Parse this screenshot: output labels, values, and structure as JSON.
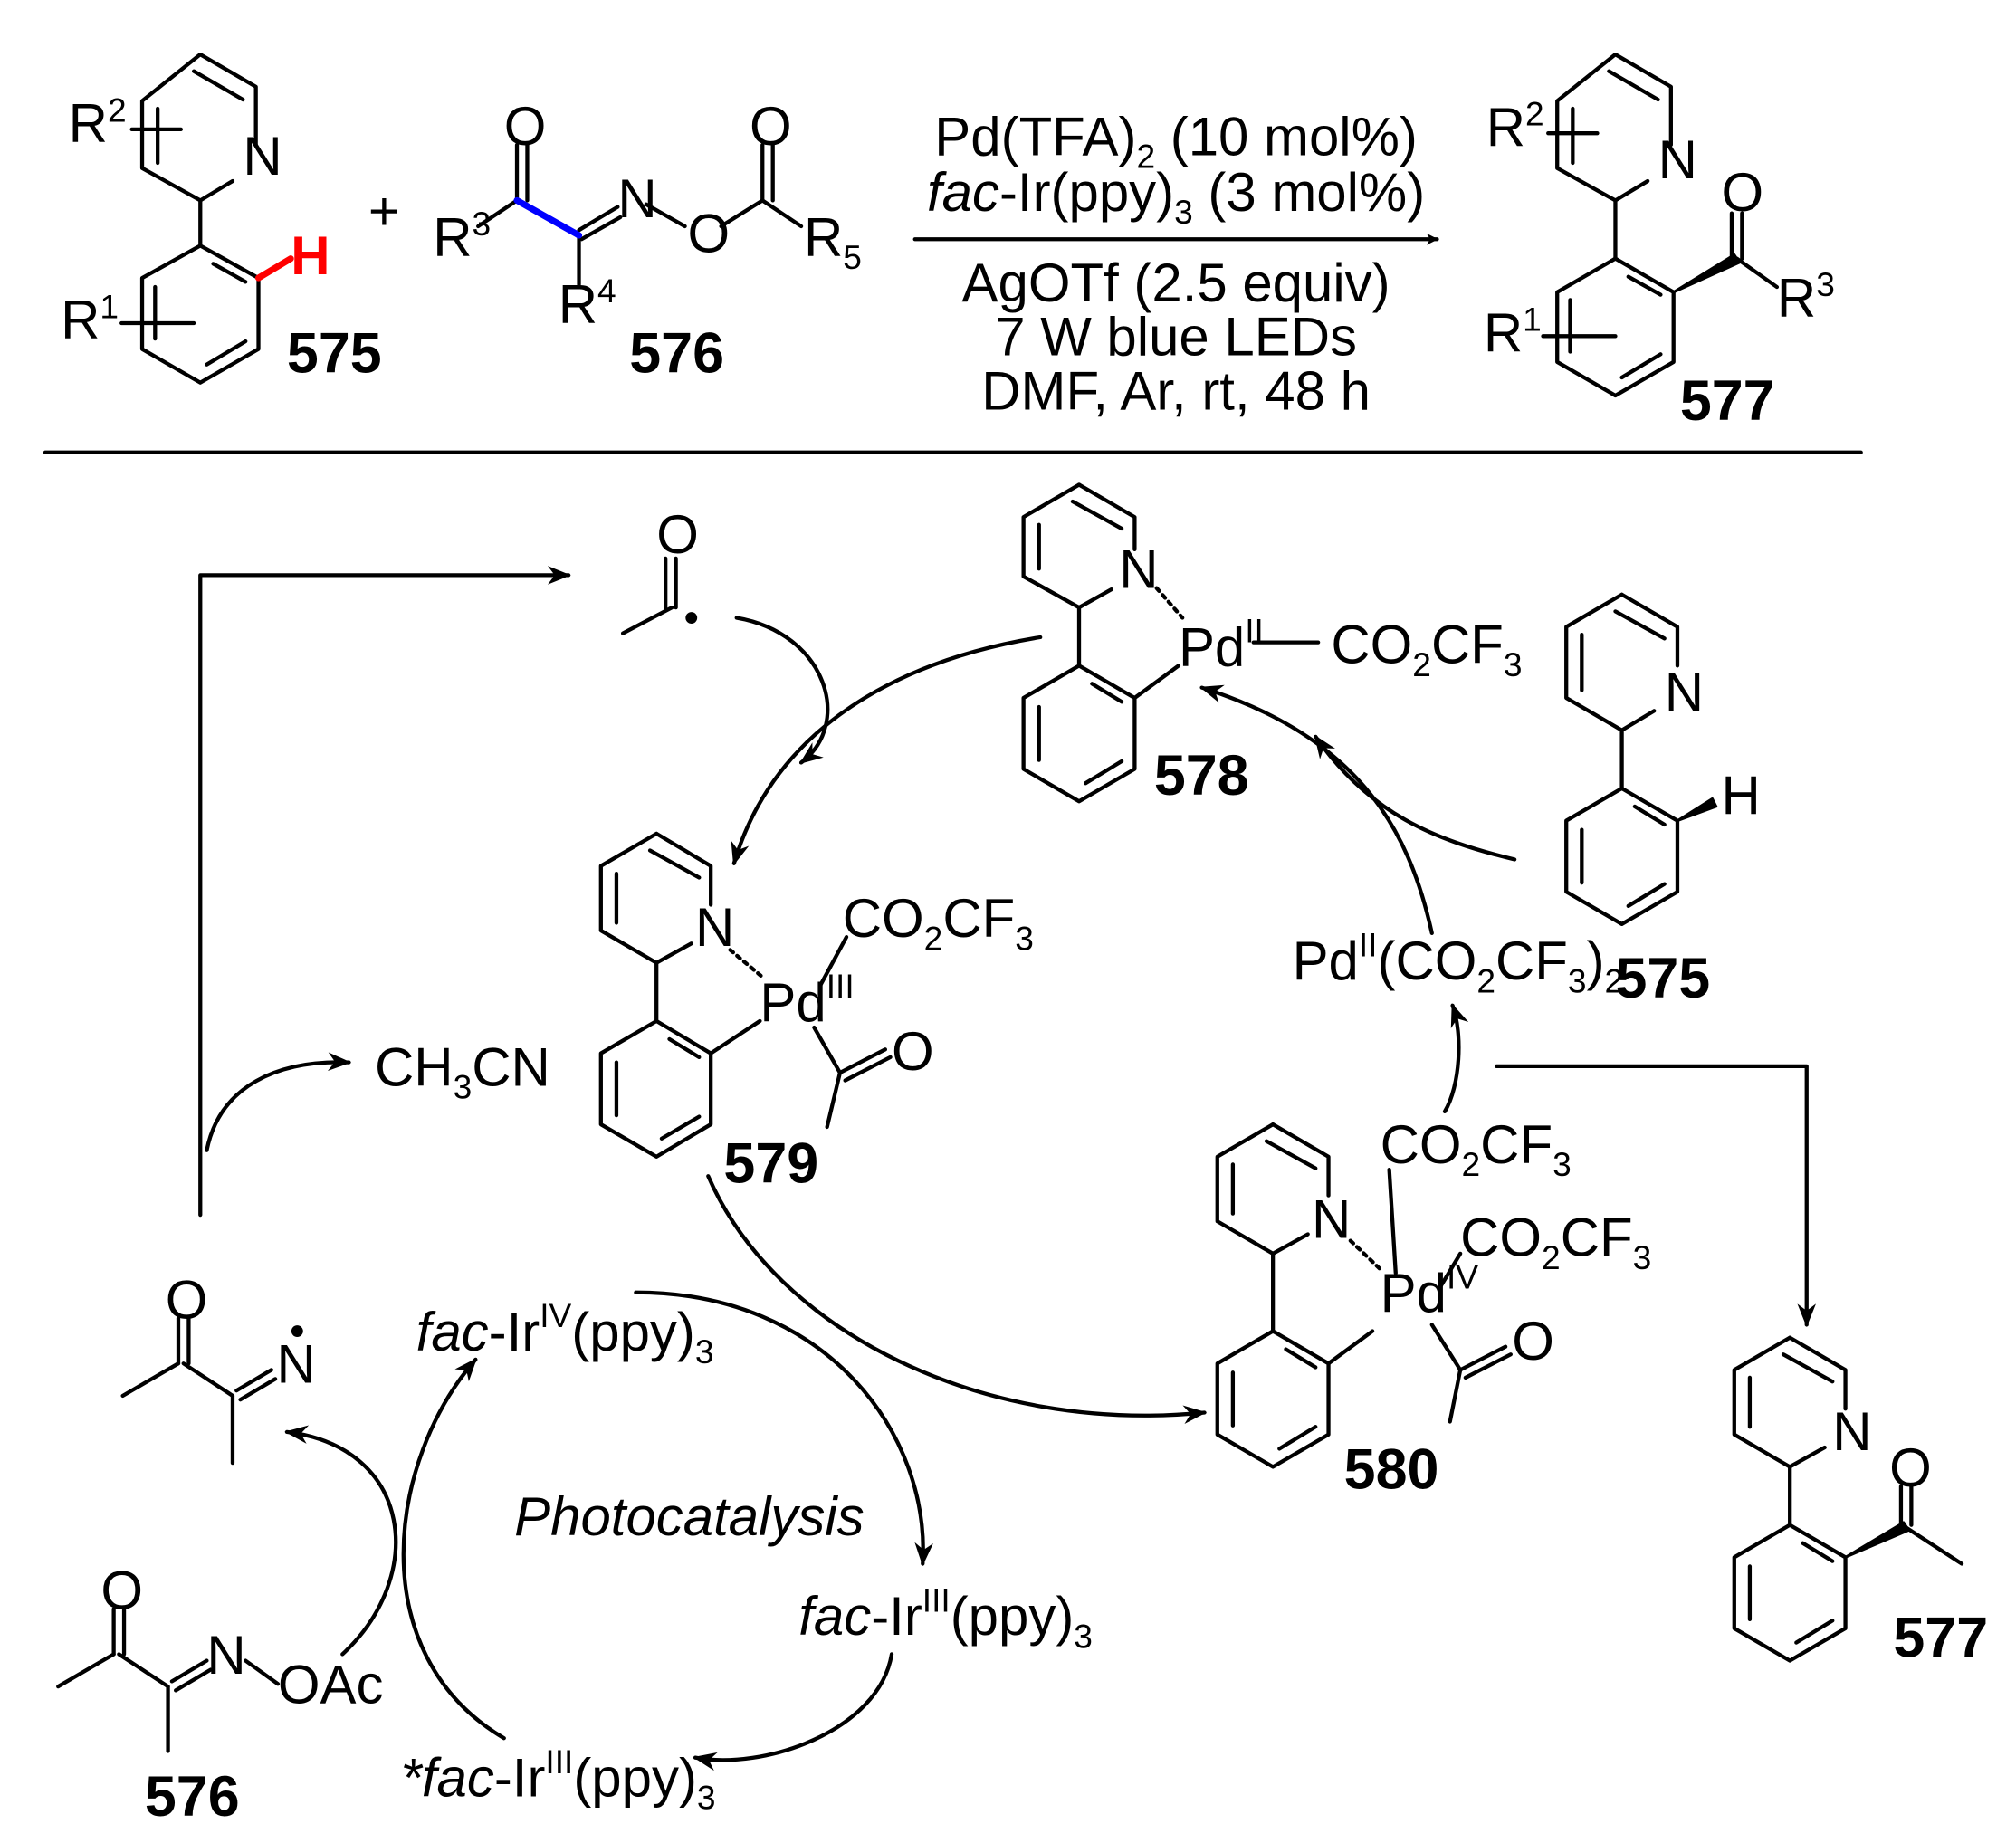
{
  "atoms": {
    "N": "N",
    "O": "O",
    "H": "H",
    "R1": "R",
    "R1_sup": "1",
    "R2": "R",
    "R2_sup": "2",
    "R3": "R",
    "R3_sup": "3",
    "R4": "R",
    "R4_sup": "4",
    "R5": "R",
    "R5_sub": "5",
    "plus": "+"
  },
  "compounds": {
    "c575": "575",
    "c576": "576",
    "c577": "577",
    "c578": "578",
    "c579": "579",
    "c580": "580"
  },
  "conditions": {
    "line1": "Pd(TFA)",
    "line1_sub": "2",
    "line1_rest": " (10 mol%)",
    "line2_ital": "fac",
    "line2": "-Ir(ppy)",
    "line2_sub": "3",
    "line2_rest": " (3 mol%)",
    "line3": "AgOTf (2.5 equiv)",
    "line4": "7 W blue LEDs",
    "line5": "DMF, Ar, rt, 48 h"
  },
  "species": {
    "co2": "CO",
    "co2_sub": "2",
    "cf": "CF",
    "cf_sub": "3",
    "pd": "Pd",
    "pd_ii": "II",
    "pd_iii": "III",
    "pd_iv": "IV",
    "pd_salt_open": "(CO",
    "pd_salt_mid": "CF",
    "pd_salt_close": ")",
    "pd_salt_sub2": "2",
    "ch3cn_a": "CH",
    "ch3cn_sub": "3",
    "ch3cn_b": "CN",
    "oac": "OAc",
    "dash": "–",
    "ir_fac": "fac",
    "ir": "-Ir",
    "ir_iv": "IV",
    "ir_iii": "III",
    "ppy": "(ppy)",
    "ppy_sub": "3",
    "star": "*",
    "photocatalysis": "Photocatalysis"
  },
  "colors": {
    "highlight_red": "#ff0000",
    "highlight_blue": "#0000ff",
    "ink": "#000000"
  }
}
